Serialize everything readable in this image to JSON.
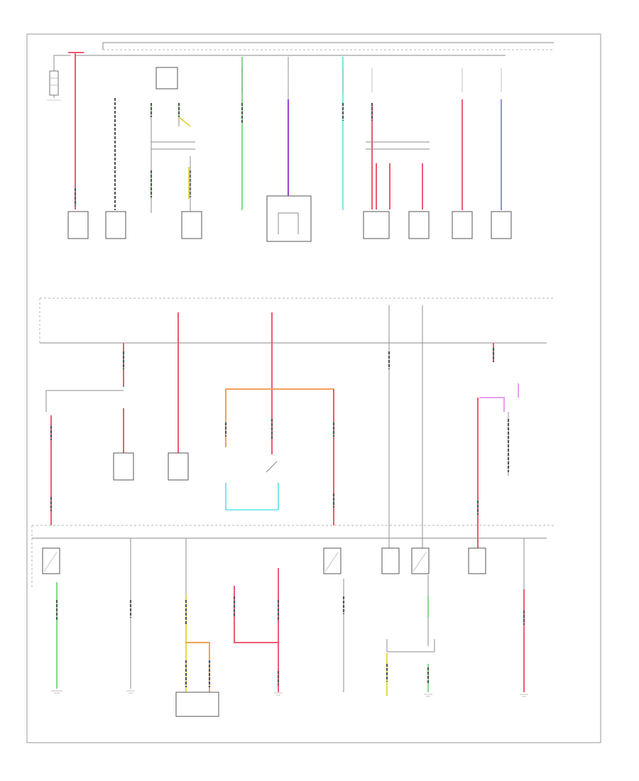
{
  "footer_code": "",
  "colors": {
    "red": "#ef5a6f",
    "green": "#7fdc8a",
    "purple": "#9b4bd6",
    "cyan": "#5fe1ea",
    "blue": "#8c8cf0",
    "orange": "#f2a15a",
    "yellow": "#e8d84a",
    "pink": "#e9a0f0",
    "gray": "#8c8c8c"
  },
  "sections": [
    "top-fuse-row",
    "middle-fuse-row",
    "bottom-relay-row"
  ]
}
